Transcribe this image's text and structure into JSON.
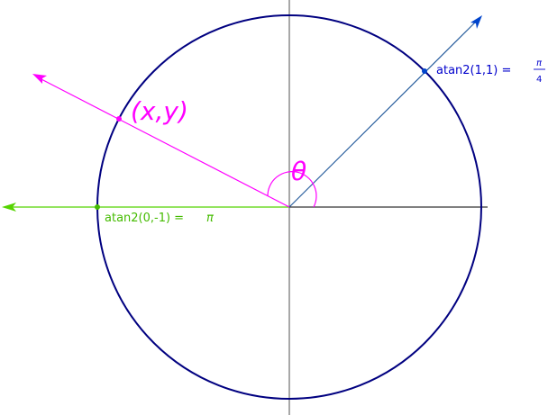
{
  "labels": {
    "point_xy": "(x,y)",
    "theta": "θ",
    "atan_1_1": "atan2(1,1) = ",
    "pi_num": "π",
    "pi_den": "4",
    "atan_0_m1": "atan2(0,-1) = ",
    "pi": "π"
  },
  "colors": {
    "circle": "#000080",
    "axis_vertical": "#6e6e6e",
    "axis_horizontal": "#000000",
    "magenta": "#ff00ff",
    "green": "#55d400",
    "blue_ray": "#2a5f9e",
    "blue_arrow": "#0044cc",
    "blue_text": "#0000cc",
    "green_text": "#44bb00"
  }
}
